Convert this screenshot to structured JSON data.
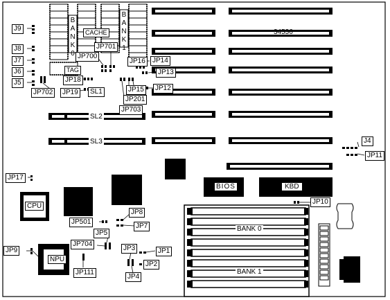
{
  "board_id": "34536",
  "components": {
    "cache": "CACHE",
    "tag": "TAG",
    "sl1": "SL1",
    "sl2": "SL2",
    "sl3": "SL3",
    "cpu": "CPU",
    "npu": "NPU",
    "bios": "BIOS",
    "kbd": "KBD",
    "bank0_top": "BANK 0",
    "bank1_top": "BANK 1",
    "bank0_simm": "BANK 0",
    "bank1_simm": "BANK 1"
  },
  "jumpers": {
    "j9": "J9",
    "j8": "J8",
    "j7": "J7",
    "j6": "J6",
    "j5": "J5",
    "j4": "J4",
    "jp1": "JP1",
    "jp2": "JP2",
    "jp3": "JP3",
    "jp4": "JP4",
    "jp5": "JP5",
    "jp7": "JP7",
    "jp8": "JP8",
    "jp9": "JP9",
    "jp10": "JP10",
    "jp11": "JP11",
    "jp12": "JP12",
    "jp13": "JP13",
    "jp14": "JP14",
    "jp15": "JP15",
    "jp16": "JP16",
    "jp17": "JP17",
    "jp18": "JP18",
    "jp19": "JP19",
    "jp111": "JP111",
    "jp201": "JP201",
    "jp501": "JP501",
    "jp700": "JP700",
    "jp701": "JP701",
    "jp702": "JP702",
    "jp703": "JP703",
    "jp704": "JP704"
  }
}
